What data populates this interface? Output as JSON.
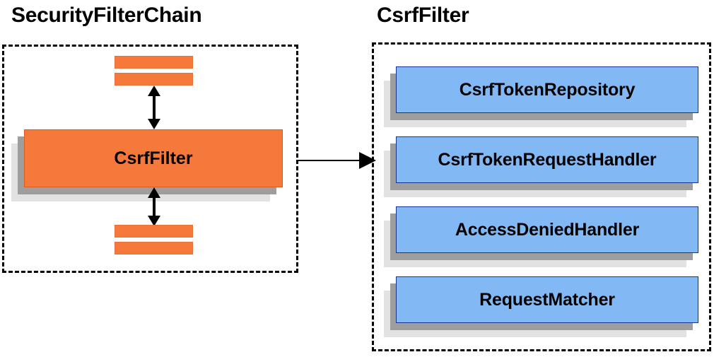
{
  "diagram": {
    "type": "architecture-block-diagram",
    "background": "#ffffff",
    "panels": [
      {
        "id": "security-filter-chain",
        "title": "SecurityFilterChain",
        "border_style": "dashed",
        "border_color": "#000000",
        "nodes": [
          {
            "id": "filter-bar-top-1",
            "label": "",
            "kind": "bar",
            "color": "#f4793b"
          },
          {
            "id": "filter-bar-top-2",
            "label": "",
            "kind": "bar",
            "color": "#f4793b"
          },
          {
            "id": "csrf-filter",
            "label": "CsrfFilter",
            "kind": "box",
            "color": "#f4793b"
          },
          {
            "id": "filter-bar-bottom-1",
            "label": "",
            "kind": "bar",
            "color": "#f4793b"
          },
          {
            "id": "filter-bar-bottom-2",
            "label": "",
            "kind": "bar",
            "color": "#f4793b"
          }
        ],
        "connectors": [
          {
            "id": "chain-up",
            "style": "double-arrow-vertical"
          },
          {
            "id": "chain-down",
            "style": "double-arrow-vertical"
          }
        ]
      },
      {
        "id": "csrf-filter-detail",
        "title": "CsrfFilter",
        "border_style": "dashed",
        "border_color": "#000000",
        "nodes": [
          {
            "id": "csrf-token-repository",
            "label": "CsrfTokenRepository",
            "kind": "box",
            "color": "#82b9f5"
          },
          {
            "id": "csrf-token-request-handler",
            "label": "CsrfTokenRequestHandler",
            "kind": "box",
            "color": "#82b9f5"
          },
          {
            "id": "access-denied-handler",
            "label": "AccessDeniedHandler",
            "kind": "box",
            "color": "#82b9f5"
          },
          {
            "id": "request-matcher",
            "label": "RequestMatcher",
            "kind": "box",
            "color": "#82b9f5"
          }
        ]
      }
    ],
    "cross_panel_connector": {
      "id": "expand-arrow",
      "style": "single-arrow-right",
      "from": "csrf-filter",
      "to": "csrf-filter-detail"
    },
    "colors": {
      "orange_fill": "#f4793b",
      "orange_border": "#e05a1c",
      "blue_fill": "#82b9f5",
      "blue_border": "#13338c",
      "shadow_dark": "#9e9e9e",
      "shadow_light": "#e2e2e2",
      "text": "#000000"
    }
  }
}
